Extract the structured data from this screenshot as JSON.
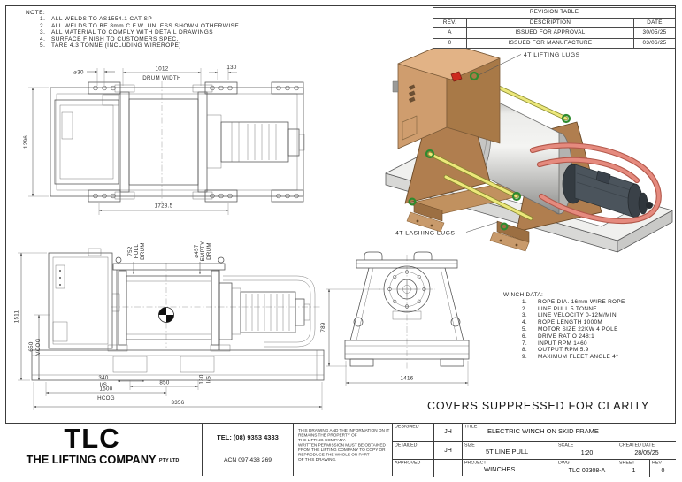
{
  "notes": {
    "heading": "NOTE:",
    "items": [
      {
        "n": "1.",
        "t": "ALL WELDS TO AS1554.1 CAT SP"
      },
      {
        "n": "2.",
        "t": "ALL WELDS TO BE 8mm C.F.W. UNLESS SHOWN OTHERWISE"
      },
      {
        "n": "3.",
        "t": "ALL MATERIAL TO COMPLY WITH DETAIL DRAWINGS"
      },
      {
        "n": "4.",
        "t": "SURFACE FINISH TO CUSTOMERS SPEC."
      },
      {
        "n": "5.",
        "t": "TARE 4.3 TONNE (INCLUDING WIREROPE)"
      }
    ]
  },
  "revision_table": {
    "title": "REVISION TABLE",
    "col_rev": "REV.",
    "col_desc": "DESCRIPTION",
    "col_date": "DATE",
    "rows": [
      {
        "rev": "A",
        "desc": "ISSUED FOR APPROVAL",
        "date": "30/05/25"
      },
      {
        "rev": "0",
        "desc": "ISSUED FOR MANUFACTURE",
        "date": "03/06/25"
      }
    ]
  },
  "winch_data": {
    "heading": "WINCH DATA:",
    "items": [
      {
        "n": "1.",
        "t": "ROPE DIA. 16mm WIRE ROPE"
      },
      {
        "n": "2.",
        "t": "LINE PULL 5 TONNE"
      },
      {
        "n": "3.",
        "t": "LINE VELOCITY 0-12M/MIN"
      },
      {
        "n": "4.",
        "t": "ROPE LENGTH 1000M"
      },
      {
        "n": "5.",
        "t": "MOTOR SIZE 22KW 4 POLE"
      },
      {
        "n": "6.",
        "t": "DRIVE RATIO 248:1"
      },
      {
        "n": "7.",
        "t": "INPUT RPM 1460"
      },
      {
        "n": "8.",
        "t": "OUTPUT RPM 5.9"
      },
      {
        "n": "9.",
        "t": "MAXIMUM FLEET ANGLE 4°"
      }
    ]
  },
  "iso_view": {
    "lifting_label": "4T LIFTING LUGS",
    "lashing_label": "4T LASHING LUGS",
    "colors": {
      "enclosure_front": "#cf9d6e",
      "enclosure_side": "#a87947",
      "enclosure_top": "#e2b386",
      "frame_brown": "#b07e4f",
      "frame_brown_dark": "#9c6f42",
      "bed_tan": "#c1915f",
      "drum_light": "#ececea",
      "drum_dark": "#8c8c8a",
      "flange_grey": "#c6c6c4",
      "rod_yellow": "#ece87a",
      "lug_green": "#2e8b2e",
      "pipe_salmon": "#e58a7e",
      "motor_grey": "#4b545c",
      "motor_dark": "#343b41",
      "skid_top": "#f0f0ee",
      "skid_side": "#d8d8d6",
      "red_lug": "#cc2a1e"
    }
  },
  "covers_note": "COVERS SUPPRESSED FOR CLARITY",
  "plan_view": {
    "dims": {
      "hole_dia": "⌀30",
      "drum_width_value": "1012",
      "drum_width_label": "DRUM WIDTH",
      "plate_offset": "130",
      "skid_width": "1296",
      "lug_spacing": "1728.5"
    }
  },
  "side_view": {
    "dims": {
      "full_drum_value": "752",
      "full_drum_word1": "FULL",
      "full_drum_word2": "DRUM",
      "empty_drum_value": "⌀457",
      "empty_drum_word1": "EMPTY",
      "empty_drum_word2": "DRUM",
      "overall_height": "1511",
      "vcog_value": "650",
      "vcog_label": "VCOG",
      "inner_340": "340",
      "is_a": "I/S",
      "dim_850": "850",
      "inner_130": "130",
      "is_b": "I/S",
      "hcog_value": "1500",
      "hcog_label": "HCOG",
      "overall_length": "3356"
    }
  },
  "end_view": {
    "dims": {
      "height": "789",
      "width": "1416"
    }
  },
  "title_block": {
    "logo": "TLC",
    "company": "THE LIFTING COMPANY",
    "company_suffix": "PTY LTD",
    "tel": "TEL: (08) 9353 4333",
    "acn": "ACN 097 438 269",
    "disclaimer": "THIS DRAWING AND THE INFORMATION ON IT\nREMAINS THE PROPERTY OF\nTHE LIFTING COMPANY.\nWRITTEN PERMISSION MUST BE OBTAINED\nFROM THE LIFTING COMPANY TO COPY OR\nREPRODUCE THE WHOLE OR PART\nOF THIS DRAWING.",
    "designed_label": "DESIGNED",
    "designed_value": "JH",
    "detailed_label": "DETAILED",
    "detailed_value": "JH",
    "approved_label": "APPROVED",
    "approved_value": "",
    "title_label": "TITLE",
    "title_value": "ELECTRIC WINCH ON SKID FRAME",
    "size_label": "SIZE",
    "size_value": "5T LINE PULL",
    "scale_label": "SCALE",
    "scale_value": "1:20",
    "created_label": "CREATED DATE",
    "created_value": "28/05/25",
    "project_label": "PROJECT",
    "project_value": "WINCHES",
    "dwg_label": "DWG",
    "dwg_value": "TLC 02308-A",
    "sheet_label": "SHEET",
    "sheet_value": "1",
    "rev_label": "REV",
    "rev_value": "0"
  }
}
